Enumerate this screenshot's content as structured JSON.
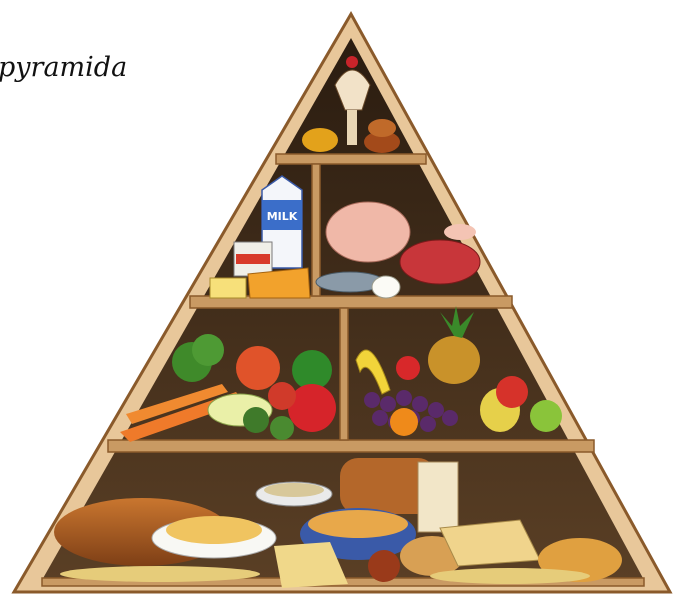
{
  "caption": "pyramida",
  "milk_label": "MILK",
  "colors": {
    "frame": "#e8c79a",
    "frame_edge": "#8a5a2b",
    "shelf_back": "#3b2a1a",
    "shelf": "#c99a63"
  },
  "tiers": [
    "sweets-fats-tier",
    "dairy-tier",
    "meat-fish-eggs-tier",
    "vegetables-tier",
    "fruits-tier",
    "grains-bread-tier"
  ]
}
